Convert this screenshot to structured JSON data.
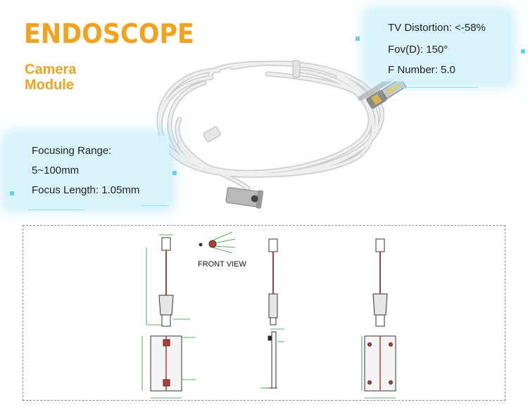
{
  "header": {
    "title": "ENDOSCOPE",
    "subtitle_line1": "Camera",
    "subtitle_line2": "Module"
  },
  "specs_right": [
    "TV Distortion: <-58%",
    "Fov(D): 150°",
    "F Number: 5.0"
  ],
  "specs_left": [
    "Focusing Range:",
    "5~100mm",
    "Focus Length: 1.05mm"
  ],
  "drawing": {
    "front_view_label": "FRONT VIEW"
  },
  "colors": {
    "title": "#f2a21c",
    "spec_box": "#d6f2fa",
    "accent_glow": "#5fd2f0",
    "cable": "#e8e8e8",
    "dimension_green": "#1a9b2e",
    "part_red": "#c0392b"
  }
}
